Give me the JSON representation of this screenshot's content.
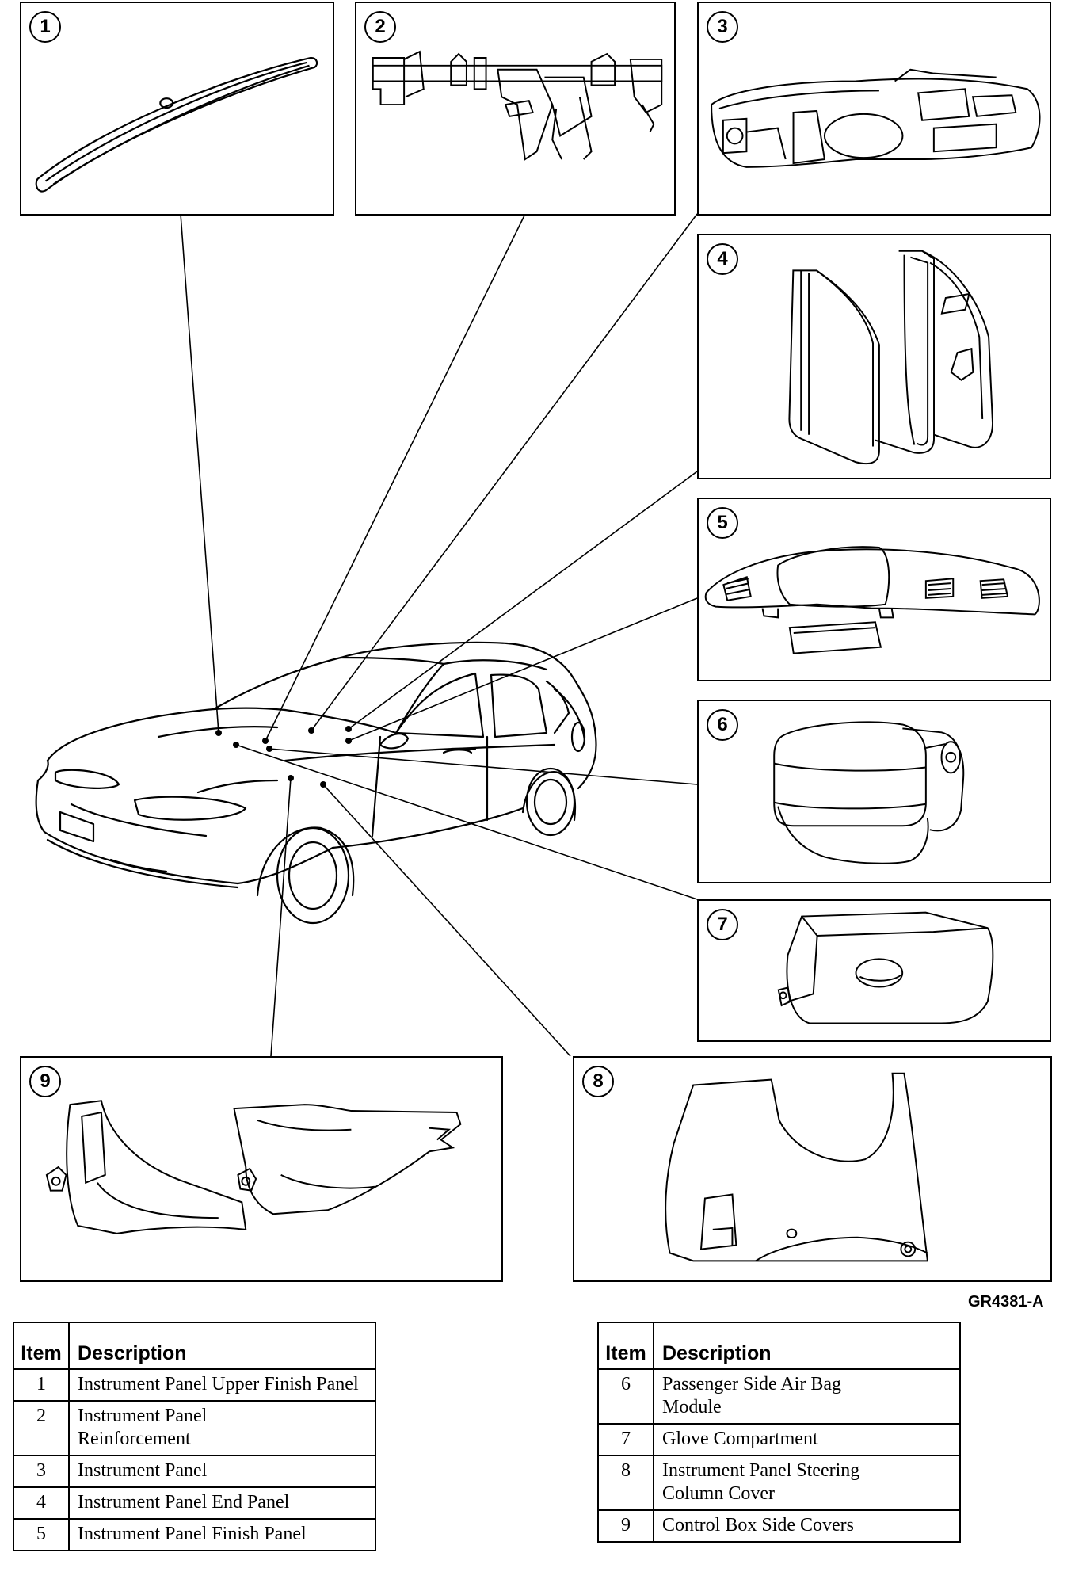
{
  "figure_code": "GR4381-A",
  "callouts": [
    "1",
    "2",
    "3",
    "4",
    "5",
    "6",
    "7",
    "8",
    "9"
  ],
  "legend_left": {
    "headers": {
      "item": "Item",
      "description": "Description"
    },
    "rows": [
      {
        "item": "1",
        "description": "Instrument Panel Upper Finish Panel"
      },
      {
        "item": "2",
        "description": "Instrument Panel Reinforcement"
      },
      {
        "item": "3",
        "description": "Instrument Panel"
      },
      {
        "item": "4",
        "description": "Instrument Panel End Panel"
      },
      {
        "item": "5",
        "description": "Instrument Panel Finish Panel"
      }
    ]
  },
  "legend_right": {
    "headers": {
      "item": "Item",
      "description": "Description"
    },
    "rows": [
      {
        "item": "6",
        "description": "Passenger Side Air Bag Module"
      },
      {
        "item": "7",
        "description": "Glove Compartment"
      },
      {
        "item": "8",
        "description": "Instrument Panel Steering Column Cover"
      },
      {
        "item": "9",
        "description": "Control Box Side Covers"
      }
    ]
  },
  "icons": {
    "1": "upper-finish-panel-icon",
    "2": "reinforcement-icon",
    "3": "instrument-panel-icon",
    "4": "end-panel-icon",
    "5": "finish-panel-icon",
    "6": "air-bag-module-icon",
    "7": "glove-compartment-icon",
    "8": "steering-column-cover-icon",
    "9": "side-covers-icon",
    "car": "sedan-car-icon"
  }
}
